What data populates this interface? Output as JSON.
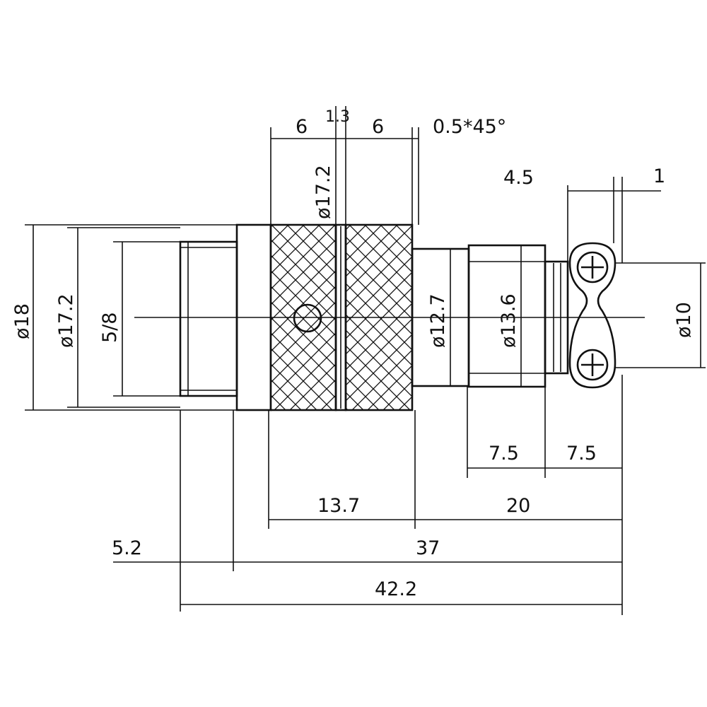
{
  "dimensions": {
    "top_a": "6",
    "top_b": "1.3",
    "top_c": "6",
    "chamfer": "0.5*45°",
    "dia_top": "ø17.2",
    "right_a": "4.5",
    "right_b": "1",
    "dia_outer": "ø18",
    "dia_thread": "ø17.2",
    "thread": "5/8",
    "dia_neck": "ø12.7",
    "dia_body": "ø13.6",
    "dia_terminal": "ø10",
    "low_a": "7.5",
    "low_b": "7.5",
    "len_knurl": "13.7",
    "len_rear": "20",
    "len_left": "5.2",
    "len_body": "37",
    "len_total": "42.2"
  }
}
